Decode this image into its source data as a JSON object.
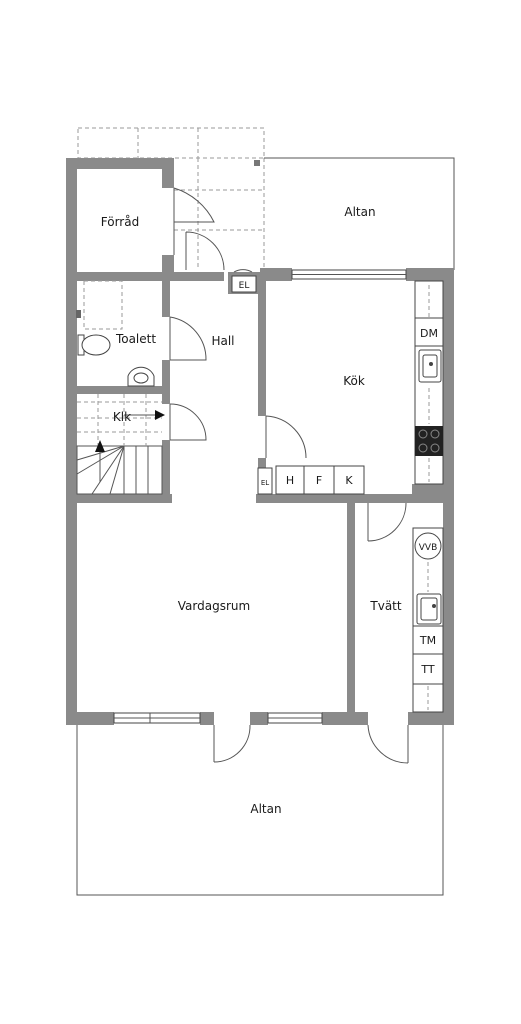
{
  "rooms": {
    "forrad": "Förråd",
    "altan_top": "Altan",
    "toalett": "Toalett",
    "hall": "Hall",
    "kok": "Kök",
    "klk": "Klk",
    "vardagsrum": "Vardagsrum",
    "tvatt": "Tvätt",
    "altan_bottom": "Altan"
  },
  "fixtures": {
    "el_top": "EL",
    "el_mid": "EL",
    "dm": "DM",
    "h": "H",
    "f": "F",
    "k": "K",
    "vvb": "VVB",
    "tm": "TM",
    "tt": "TT"
  },
  "colors": {
    "wall": "#8a8a8a",
    "line": "#555555",
    "dashed": "#9a9a9a"
  }
}
